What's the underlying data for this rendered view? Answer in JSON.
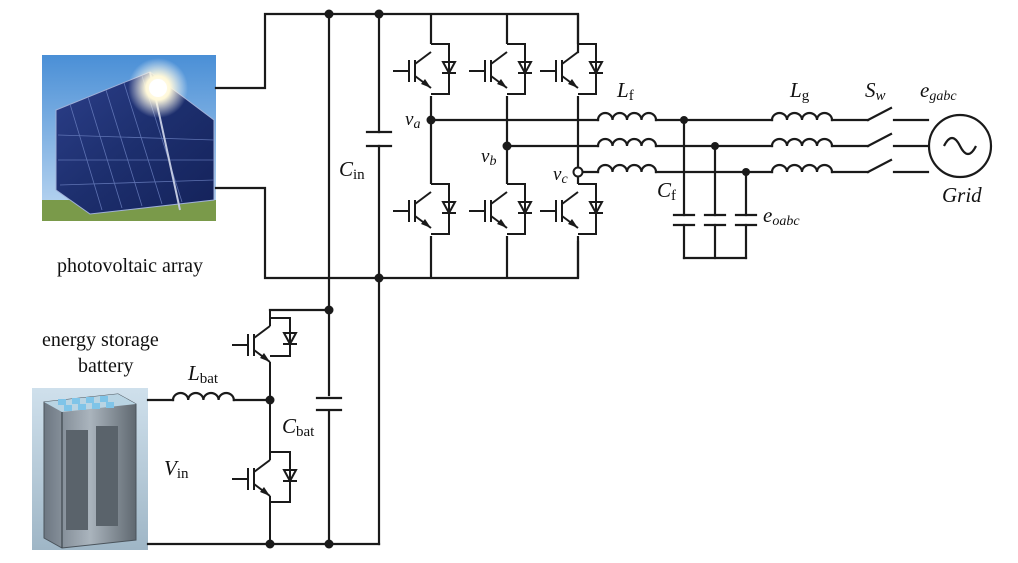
{
  "labels": {
    "pv_caption": "photovoltaic array",
    "battery_caption_line1": "energy storage",
    "battery_caption_line2": "battery",
    "cin": {
      "main": "C",
      "sub": "in"
    },
    "cbat": {
      "main": "C",
      "sub": "bat"
    },
    "lbat": {
      "main": "L",
      "sub": "bat"
    },
    "vin": {
      "main": "V",
      "sub": "in"
    },
    "lf": {
      "main": "L",
      "sub": "f"
    },
    "lg": {
      "main": "L",
      "sub": "g"
    },
    "cf": {
      "main": "C",
      "sub": "f"
    },
    "sw": {
      "main": "S",
      "sub": "w"
    },
    "va": {
      "main": "v",
      "sub": "a"
    },
    "vb": {
      "main": "v",
      "sub": "b"
    },
    "vc": {
      "main": "v",
      "sub": "c"
    },
    "egabc": {
      "main": "e",
      "sub": "gabc"
    },
    "eoabc": {
      "main": "e",
      "sub": "oabc"
    },
    "grid": "Grid"
  }
}
